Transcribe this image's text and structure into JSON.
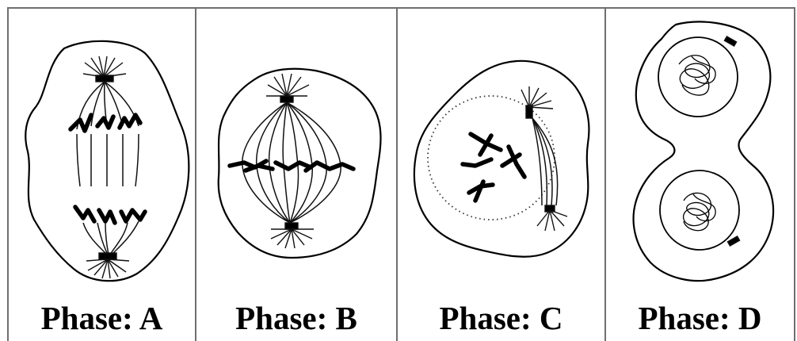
{
  "figure": {
    "panels": [
      {
        "id": "A",
        "label": "Phase: A"
      },
      {
        "id": "B",
        "label": "Phase: B"
      },
      {
        "id": "C",
        "label": "Phase: C"
      },
      {
        "id": "D",
        "label": "Phase: D"
      }
    ]
  }
}
